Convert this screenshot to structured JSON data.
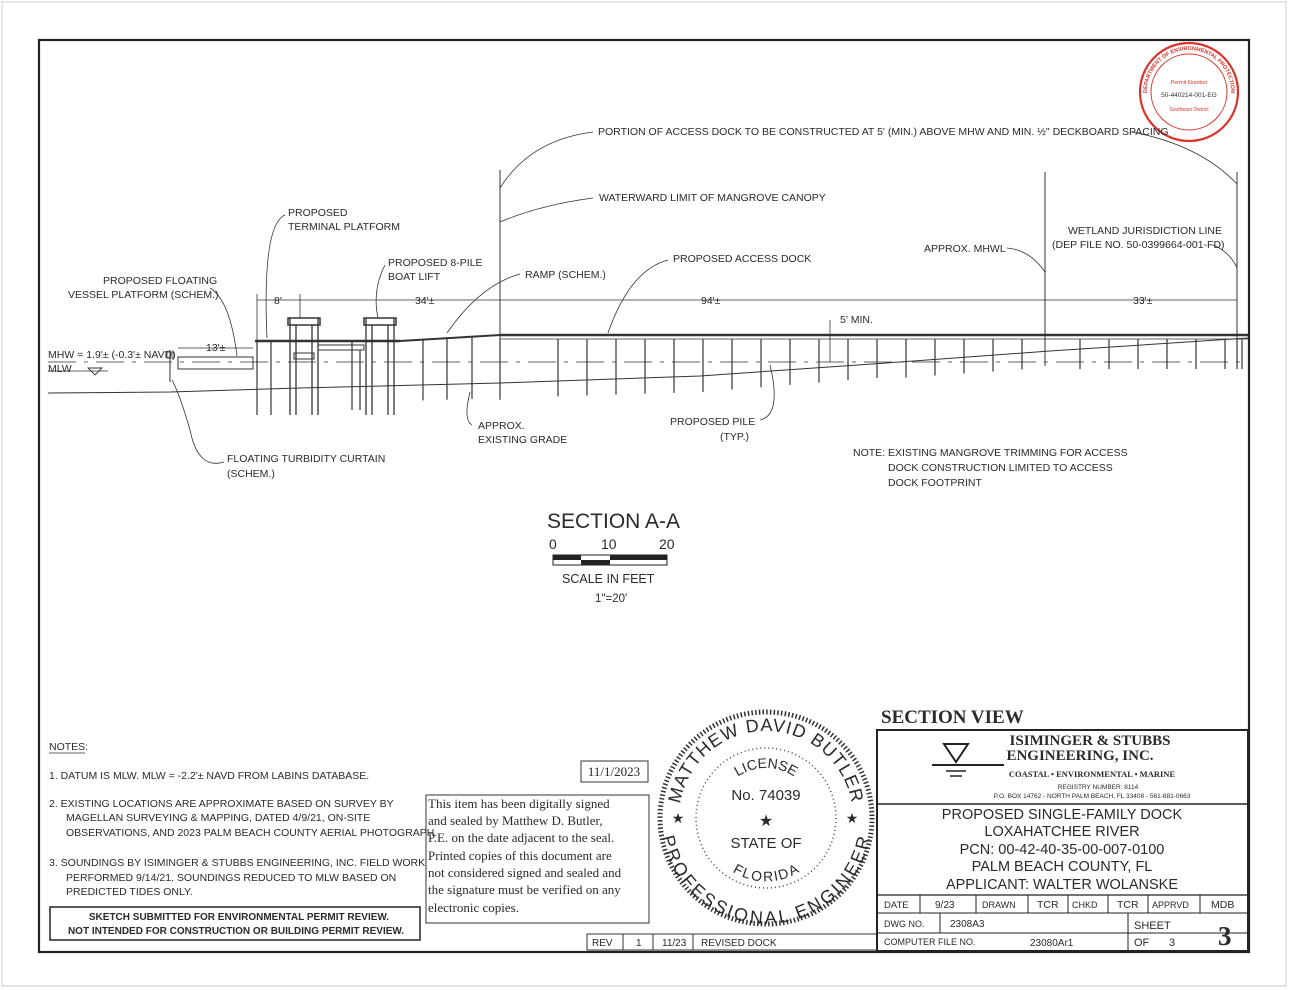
{
  "stamp": {
    "dept_lettering": "DEPARTMENT OF ENVIRONMENTAL PROTECTION",
    "permit_label": "Permit Number",
    "permit_number": "50-440214-001-EG",
    "district": "Southeast District"
  },
  "callouts": {
    "portion_access_dock": "PORTION OF ACCESS DOCK TO BE CONSTRUCTED AT 5' (MIN.) ABOVE MHW AND MIN. ½\" DECKBOARD SPACING",
    "waterward_limit": "WATERWARD LIMIT OF MANGROVE CANOPY",
    "terminal_platform_1": "PROPOSED",
    "terminal_platform_2": "TERMINAL PLATFORM",
    "boat_lift_1": "PROPOSED 8-PILE",
    "boat_lift_2": "BOAT LIFT",
    "floating_platform_1": "PROPOSED FLOATING",
    "floating_platform_2": "VESSEL PLATFORM (SCHEM.)",
    "ramp": "RAMP (SCHEM.)",
    "access_dock": "PROPOSED ACCESS DOCK",
    "approx_mhwl": "APPROX. MHWL",
    "wetland_1": "WETLAND JURISDICTION LINE",
    "wetland_2": "(DEP FILE NO. 50-0399664-001-FD)",
    "mhw": "MHW = 1.9'± (-0.3'± NAVD)",
    "mlw": "MLW",
    "dim_8": "8'",
    "dim_34": "34'±",
    "dim_94": "94'±",
    "dim_33": "33'±",
    "dim_13": "13'±",
    "dim_5min": "5' MIN.",
    "existing_grade_1": "APPROX.",
    "existing_grade_2": "EXISTING GRADE",
    "pile_1": "PROPOSED PILE",
    "pile_2": "(TYP.)",
    "turbidity_1": "FLOATING TURBIDITY CURTAIN",
    "turbidity_2": "(SCHEM.)",
    "note_1": "NOTE:  EXISTING MANGROVE TRIMMING FOR ACCESS",
    "note_2": "DOCK CONSTRUCTION LIMITED TO ACCESS",
    "note_3": "DOCK FOOTPRINT"
  },
  "section": {
    "title": "SECTION A-A",
    "scale_0": "0",
    "scale_10": "10",
    "scale_20": "20",
    "scale_label": "SCALE IN FEET",
    "scale_ratio": "1\"=20'"
  },
  "notes": {
    "heading": "NOTES:",
    "n1": "1.   DATUM IS MLW.  MLW = -2.2'± NAVD FROM LABINS DATABASE.",
    "n2_1": "2.   EXISTING LOCATIONS ARE APPROXIMATE BASED ON SURVEY BY",
    "n2_2": "MAGELLAN SURVEYING & MAPPING, DATED 4/9/21, ON-SITE",
    "n2_3": "OBSERVATIONS, AND 2023 PALM BEACH COUNTY AERIAL PHOTOGRAPH.",
    "n3_1": "3.   SOUNDINGS BY ISIMINGER & STUBBS ENGINEERING, INC.  FIELD WORK",
    "n3_2": "PERFORMED 9/14/21.  SOUNDINGS REDUCED TO MLW BASED ON",
    "n3_3": "PREDICTED TIDES ONLY.",
    "sketch_1": "SKETCH SUBMITTED FOR ENVIRONMENTAL PERMIT REVIEW.",
    "sketch_2": "NOT INTENDED FOR CONSTRUCTION OR BUILDING PERMIT REVIEW."
  },
  "signature": {
    "date": "11/1/2023",
    "line1": "This item has been digitally signed",
    "line2": "and sealed by Matthew D. Butler,",
    "line3": "P.E. on the date adjacent to the seal.",
    "line4": "Printed copies of this document are",
    "line5": "not considered signed and sealed and",
    "line6": "the signature must be verified on any",
    "line7": "electronic copies."
  },
  "seal": {
    "top_arc": "MATTHEW DAVID BUTLER",
    "bottom_arc": "PROFESSIONAL ENGINEER",
    "license": "LICENSE",
    "number": "No. 74039",
    "state_of": "STATE OF",
    "florida": "FLORIDA"
  },
  "revision": {
    "rev_label": "REV",
    "rev_no": "1",
    "rev_date": "11/23",
    "rev_desc": "REVISED DOCK"
  },
  "title_block": {
    "view_title": "SECTION VIEW",
    "company_1": "ISIMINGER & STUBBS",
    "company_2": "ENGINEERING, INC.",
    "tagline": "COASTAL • ENVIRONMENTAL • MARINE",
    "registry": "REGISTRY NUMBER: 8114",
    "address": "P.O. BOX 14762 - NORTH PALM BEACH, FL  33408 - 561-881-0663",
    "project_1": "PROPOSED SINGLE-FAMILY DOCK",
    "project_2": "LOXAHATCHEE RIVER",
    "project_3": "PCN: 00-42-40-35-00-007-0100",
    "project_4": "PALM BEACH COUNTY, FL",
    "project_5": "APPLICANT: WALTER WOLANSKE",
    "date_label": "DATE",
    "date_value": "9/23",
    "drawn_label": "DRAWN",
    "drawn_value": "TCR",
    "chkd_label": "CHKD",
    "chkd_value": "TCR",
    "apprvd_label": "APPRVD",
    "apprvd_value": "MDB",
    "dwg_label": "DWG NO.",
    "dwg_value": "2308A3",
    "sheet_label": "SHEET",
    "sheet_number": "3",
    "computer_label": "COMPUTER FILE NO.",
    "computer_value": "23080Ar1",
    "of_label": "OF",
    "of_value": "3"
  }
}
